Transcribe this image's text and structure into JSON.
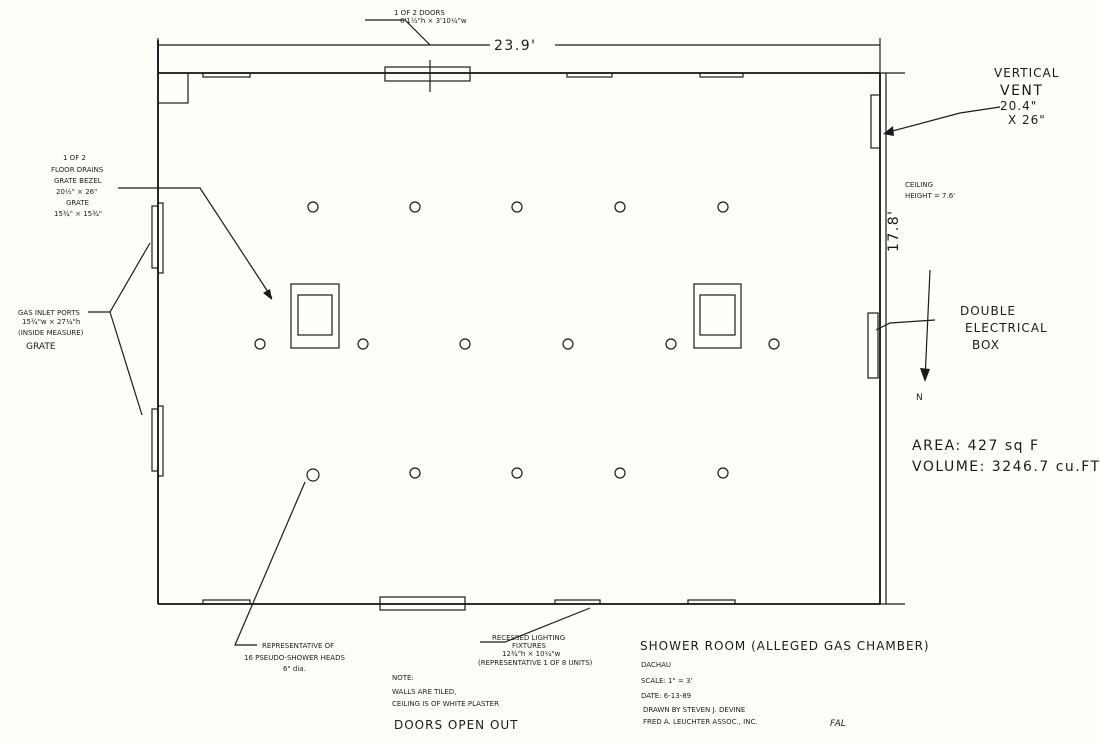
{
  "drawing": {
    "dimensions": {
      "width": "23.9'",
      "depth": "17.8'"
    },
    "door_note": [
      "1 OF 2 DOORS",
      "6'1½\"h × 3'10¼\"w"
    ],
    "vent_note": [
      "VERTICAL",
      "VENT",
      "20.4\"",
      "X 26\""
    ],
    "ceiling_note": [
      "CEILING",
      "HEIGHT = 7.6'"
    ],
    "electrical_note": [
      "DOUBLE",
      "ELECTRICAL",
      "BOX"
    ],
    "north_label": "N",
    "area": "AREA: 427 sq F",
    "volume": "VOLUME: 3246.7 cu.FT.",
    "drain_note": [
      "1 OF 2",
      "FLOOR DRAINS",
      "GRATE BEZEL",
      "20½\" × 26\"",
      "GRATE",
      "15¾\" × 15¾\""
    ],
    "gas_note": [
      "GAS INLET PORTS",
      "15¾\"w × 27¼\"h",
      "(INSIDE MEASURE)",
      "GRATE"
    ],
    "shower_note": [
      "REPRESENTATIVE OF",
      "16 PSEUDO-SHOWER HEADS",
      "6\" dia."
    ],
    "lighting_note": [
      "RECESSED LIGHTING",
      "FIXTURES",
      "12¾\"h × 10¼\"w",
      "(REPRESENTATIVE 1 OF 8 UNITS)"
    ],
    "notes": [
      "NOTE:",
      "WALLS ARE TILED,",
      "CEILING IS OF WHITE PLASTER",
      "DOORS OPEN OUT"
    ],
    "title_block": [
      "SHOWER ROOM (ALLEGED GAS CHAMBER)",
      "DACHAU",
      "SCALE: 1\" = 3'",
      "DATE: 6-13-89",
      "DRAWN BY STEVEN J. DEVINE",
      "FRED A. LEUCHTER ASSOC., INC."
    ],
    "initials": "FAL",
    "colors": {
      "ink": "#1a1a1a",
      "paper": "#fffef8"
    }
  }
}
